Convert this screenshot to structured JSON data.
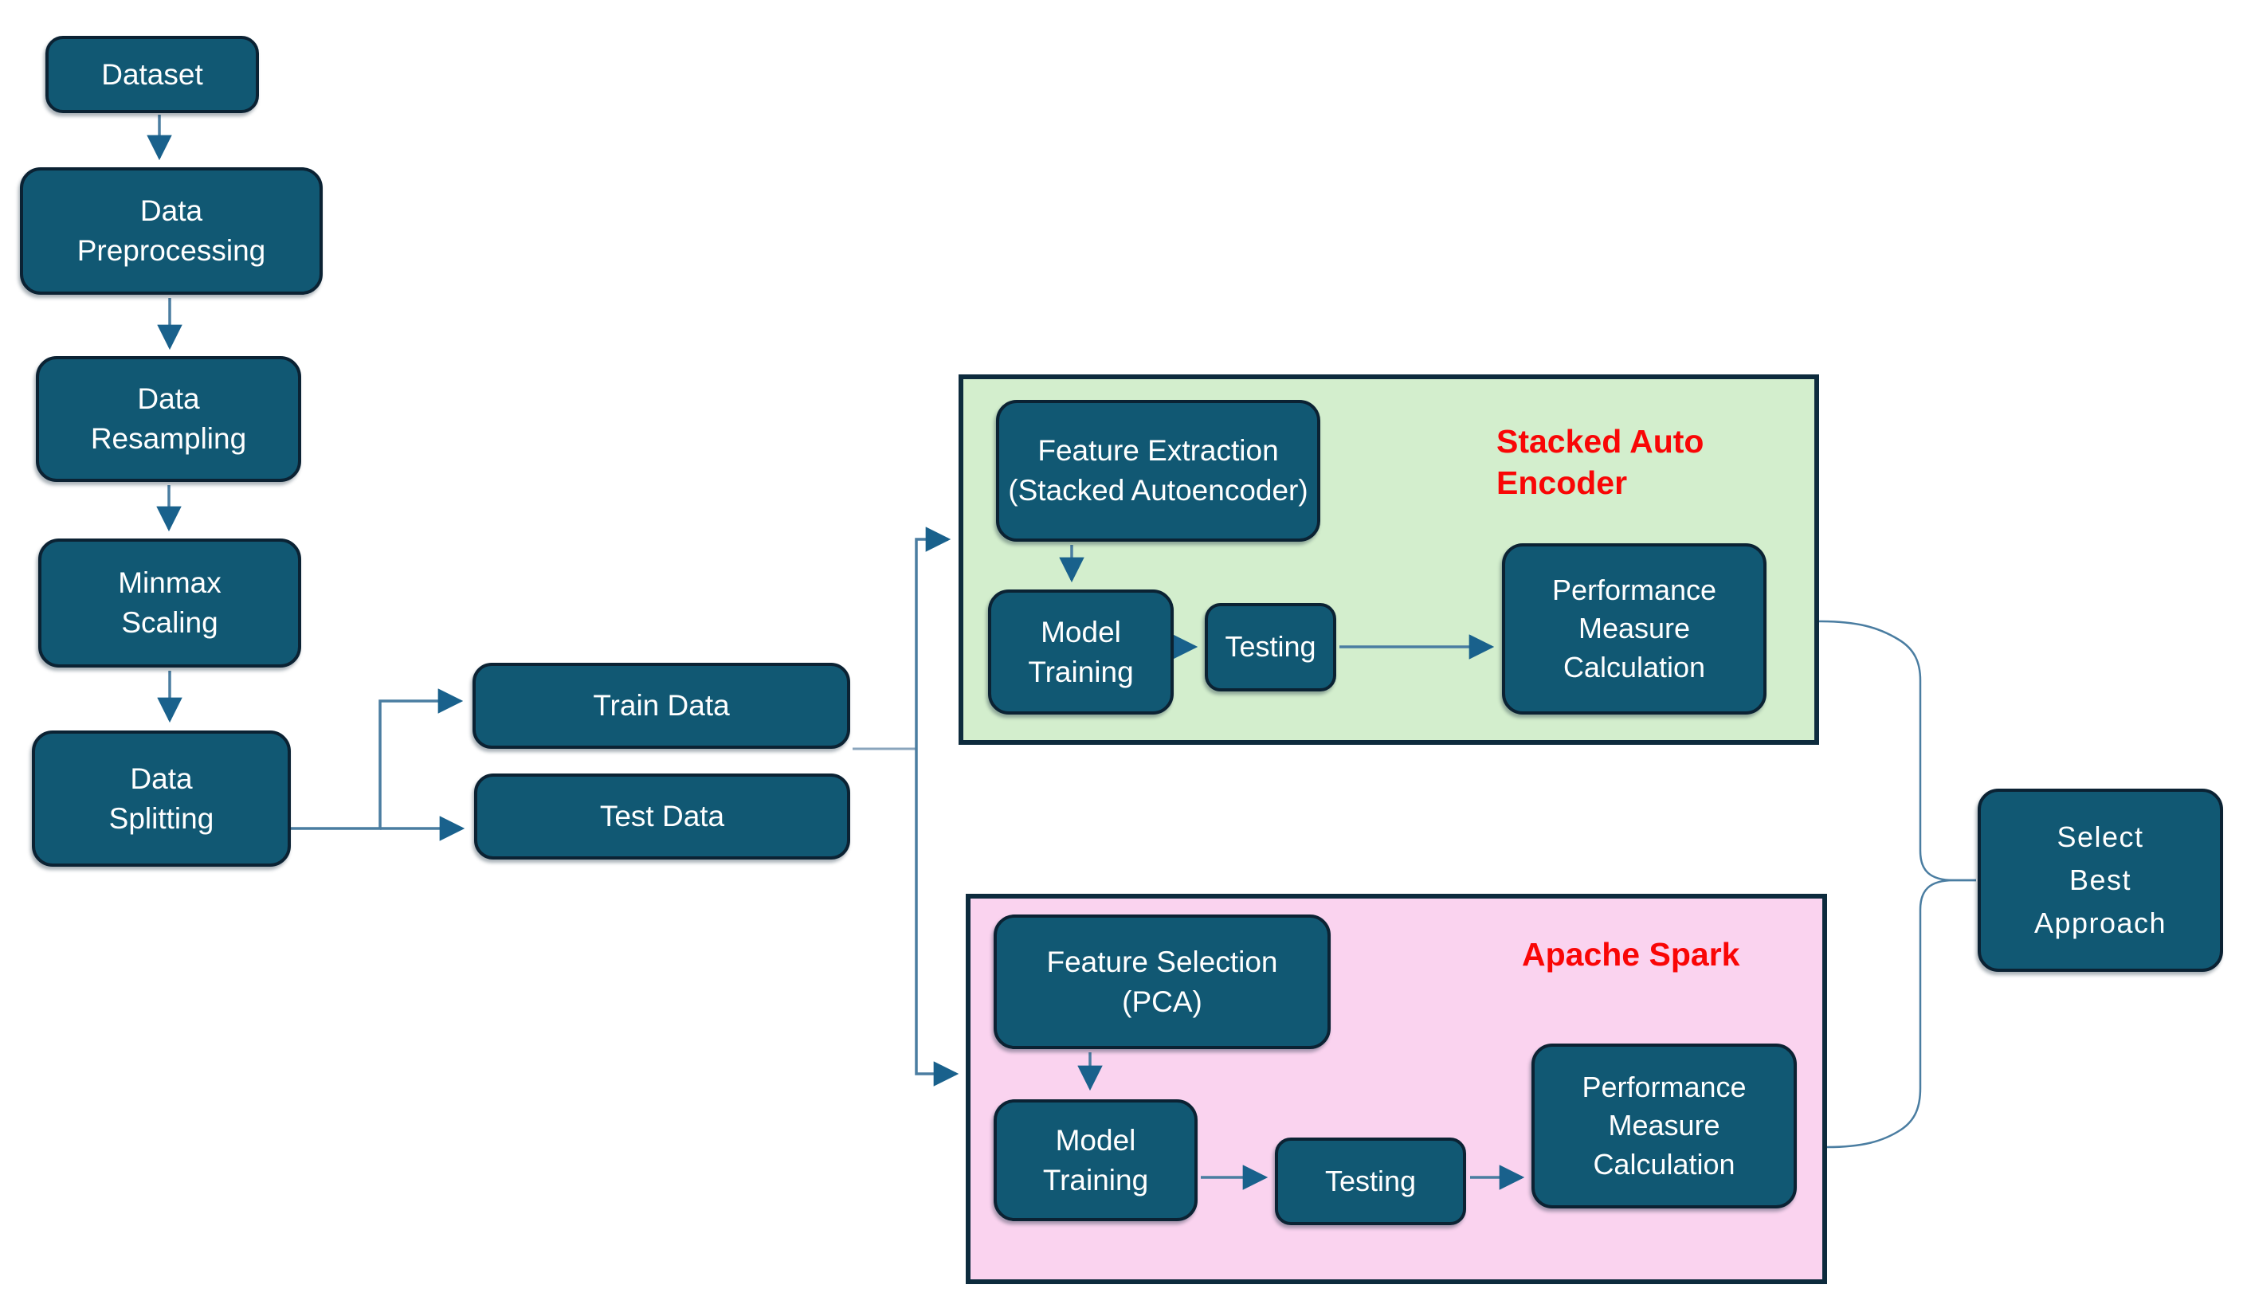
{
  "colors": {
    "node_fill": "#115873",
    "node_border": "#0b2233",
    "node_text": "#ffffff",
    "accent_red": "#f90606",
    "green_bg": "#d3eecd",
    "pink_bg": "#fad3ef",
    "region_border": "#0d2b3d",
    "line": "#4a7da1",
    "line_light": "#8aa5bc",
    "arrowhead": "#19618c"
  },
  "pipeline": {
    "dataset": {
      "label": "Dataset"
    },
    "preprocessing": {
      "line1": "Data",
      "line2": "Preprocessing"
    },
    "resampling": {
      "line1": "Data",
      "line2": "Resampling"
    },
    "minmax_scaling": {
      "line1": "Minmax",
      "line2": "Scaling"
    },
    "data_splitting": {
      "line1": "Data",
      "line2": "Splitting"
    },
    "train_data": {
      "label": "Train Data"
    },
    "test_data": {
      "label": "Test Data"
    }
  },
  "sae_branch": {
    "region_label": {
      "line1": "Stacked Auto",
      "line2": "Encoder"
    },
    "feature_extraction": {
      "line1": "Feature Extraction",
      "line2": "(Stacked Autoencoder)"
    },
    "model_training": {
      "line1": "Model",
      "line2": "Training"
    },
    "testing": {
      "label": "Testing"
    },
    "performance": {
      "line1": "Performance",
      "line2": "Measure",
      "line3": "Calculation"
    }
  },
  "spark_branch": {
    "region_label": {
      "line1": "Apache Spark"
    },
    "feature_selection": {
      "line1": "Feature Selection",
      "line2": "(PCA)"
    },
    "model_training": {
      "line1": "Model",
      "line2": "Training"
    },
    "testing": {
      "label": "Testing"
    },
    "performance": {
      "line1": "Performance",
      "line2": "Measure",
      "line3": "Calculation"
    }
  },
  "select_best": {
    "line1": "Select",
    "line2": "Best",
    "line3": "Approach"
  }
}
